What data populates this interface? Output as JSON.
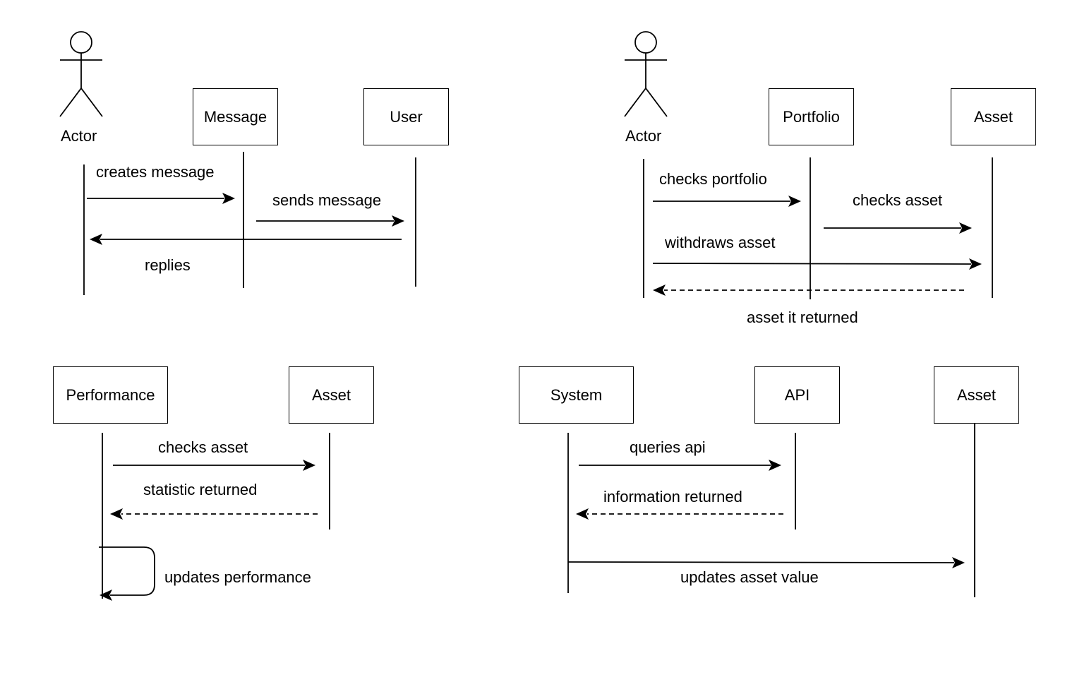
{
  "diagrams": [
    {
      "actor_label": "Actor",
      "participants": [
        "Message",
        "User"
      ],
      "messages": [
        "creates message",
        "sends message",
        "replies"
      ]
    },
    {
      "actor_label": "Actor",
      "participants": [
        "Portfolio",
        "Asset"
      ],
      "messages": [
        "checks portfolio",
        "checks asset",
        "withdraws asset",
        "asset it returned"
      ]
    },
    {
      "participants": [
        "Performance",
        "Asset"
      ],
      "messages": [
        "checks asset",
        "statistic returned",
        "updates performance"
      ]
    },
    {
      "participants": [
        "System",
        "API",
        "Asset"
      ],
      "messages": [
        "queries api",
        "information returned",
        "updates asset value"
      ]
    }
  ]
}
